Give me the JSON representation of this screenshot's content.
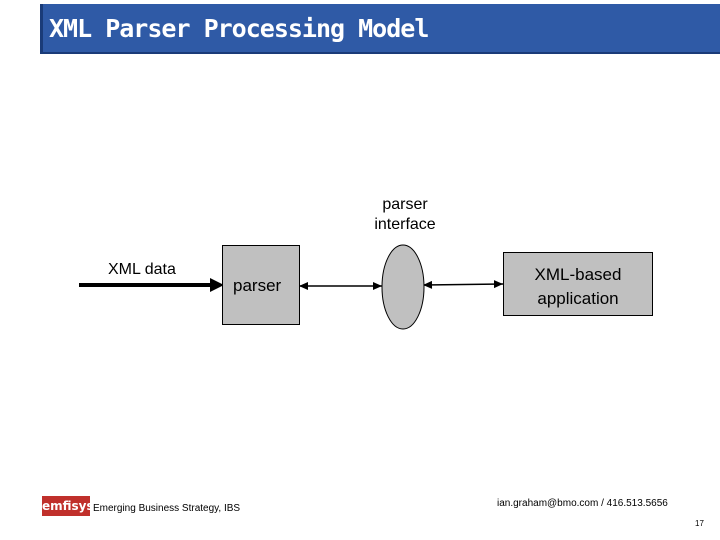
{
  "slide": {
    "title": "XML Parser Processing Model",
    "page_number": "17"
  },
  "diagram": {
    "input_label": "XML data",
    "parser_label": "parser",
    "interface_label_line1": "parser",
    "interface_label_line2": "interface",
    "app_label_line1": "XML-based",
    "app_label_line2": "application"
  },
  "footer": {
    "logo_text": "emfisys",
    "left_text": "Emerging Business Strategy, IBS",
    "right_text": "ian.graham@bmo.com / 416.513.5656"
  },
  "colors": {
    "title_bar": "#2f5aa6",
    "box_fill": "#c0c0c0",
    "logo_red": "#c0302b"
  }
}
